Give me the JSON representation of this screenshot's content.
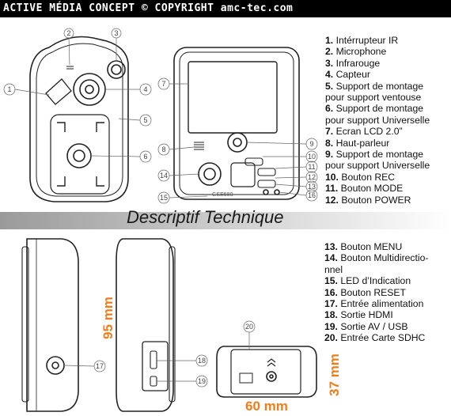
{
  "header": {
    "title": "ACTIVE MÉDIA CONCEPT © COPYRIGHT amc-tec.com"
  },
  "section_title": "Descriptif Technique",
  "legend_top": [
    {
      "num": "1.",
      "text": "Intérrupteur IR"
    },
    {
      "num": "2.",
      "text": "Microphone"
    },
    {
      "num": "3.",
      "text": "Infrarouge"
    },
    {
      "num": "4.",
      "text": "Capteur"
    },
    {
      "num": "5.",
      "text": "Support de montage"
    },
    {
      "num": "",
      "text": "pour support ventouse"
    },
    {
      "num": "6.",
      "text": "Support de montage"
    },
    {
      "num": "",
      "text": "pour support Universelle"
    },
    {
      "num": "7.",
      "text": "Ecran LCD 2.0”"
    },
    {
      "num": "8.",
      "text": "Haut-parleur"
    },
    {
      "num": "9.",
      "text": "Support de montage"
    },
    {
      "num": "",
      "text": "pour support Universelle"
    },
    {
      "num": "10.",
      "text": "Bouton REC"
    },
    {
      "num": "11.",
      "text": "Bouton MODE"
    },
    {
      "num": "12.",
      "text": "Bouton POWER"
    }
  ],
  "legend_bottom": [
    {
      "num": "13.",
      "text": "Bouton MENU"
    },
    {
      "num": "14.",
      "text": "Bouton Multidirectio-"
    },
    {
      "num": "",
      "text": "nnel"
    },
    {
      "num": "15.",
      "text": "LED d’Indication"
    },
    {
      "num": "16.",
      "text": "Bouton RESET"
    },
    {
      "num": "17.",
      "text": "Entrée alimentation"
    },
    {
      "num": "18.",
      "text": "Sortie HDMI"
    },
    {
      "num": "19.",
      "text": "Sortie AV / USB"
    },
    {
      "num": "20.",
      "text": "Entrée Carte SDHC"
    }
  ],
  "dimensions": {
    "height": "95 mm",
    "width": "60 mm",
    "depth": "37 mm"
  },
  "device_label": "GSE580",
  "callouts": {
    "c1": "1",
    "c2": "2",
    "c3": "3",
    "c4": "4",
    "c5": "5",
    "c6": "6",
    "c7": "7",
    "c8": "8",
    "c9": "9",
    "c10": "10",
    "c11": "11",
    "c12": "12",
    "c13": "13",
    "c14": "14",
    "c15": "15",
    "c16": "16",
    "c17": "17",
    "c18": "18",
    "c19": "19",
    "c20": "20"
  },
  "colors": {
    "header_bg": "#000000",
    "dimension": "#f07d1a",
    "divider": "#b5b5b5"
  }
}
